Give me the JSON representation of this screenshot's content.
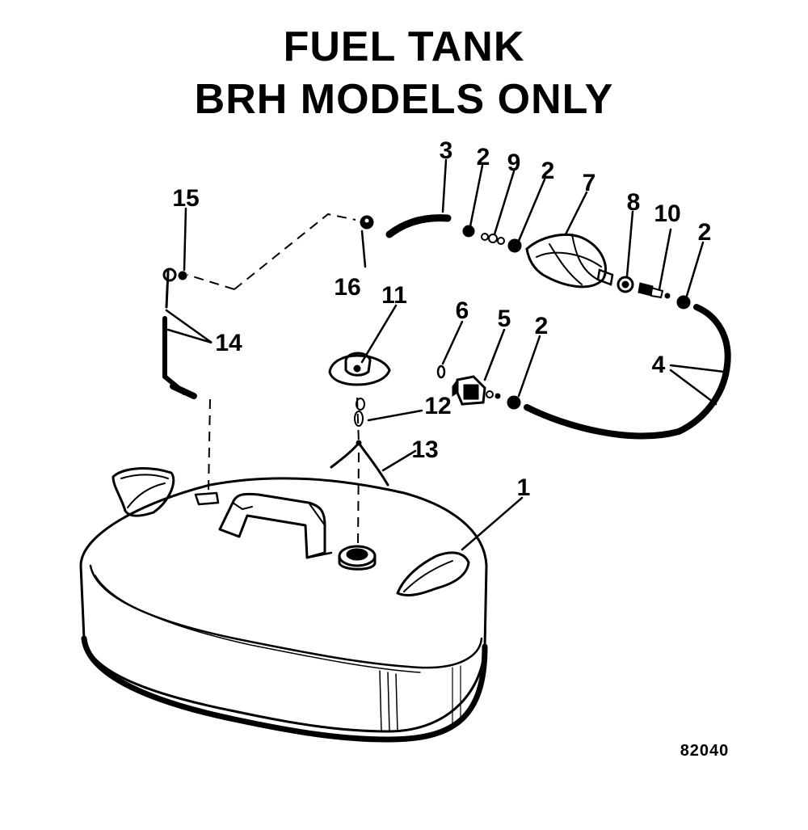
{
  "title": {
    "line1": "FUEL TANK",
    "line2": "BRH MODELS ONLY"
  },
  "callouts": [
    "3",
    "2",
    "9",
    "2",
    "7",
    "8",
    "10",
    "2",
    "15",
    "16",
    "11",
    "6",
    "5",
    "2",
    "4",
    "14",
    "12",
    "13",
    "1"
  ],
  "figure_number": "82040"
}
